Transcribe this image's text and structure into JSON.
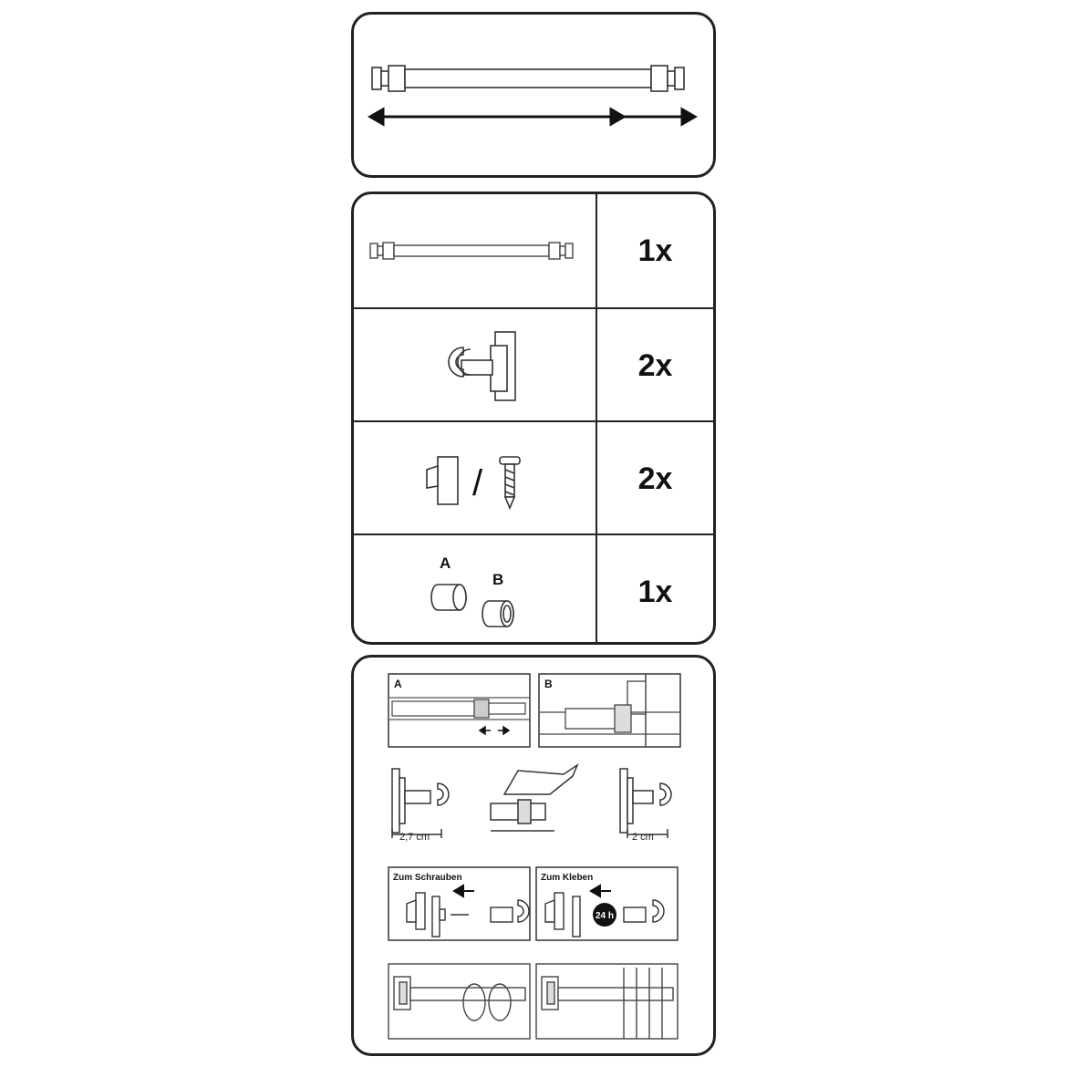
{
  "parts": [
    {
      "item": "curtain-rod",
      "quantity": "1x"
    },
    {
      "item": "bracket",
      "quantity": "2x"
    },
    {
      "item": "adhesive-pad-or-screw",
      "quantity": "2x",
      "separator": "/"
    },
    {
      "item": "end-caps",
      "quantity": "1x",
      "label_a": "A",
      "label_b": "B"
    }
  ],
  "steps": {
    "step_a_label": "A",
    "step_b_label": "B",
    "measure_left": "2,7 cm",
    "measure_right": "2 cm",
    "screw_title": "Zum Schrauben",
    "glue_title": "Zum Kleben",
    "glue_badge": "24 h"
  },
  "icons": [
    "rod-icon",
    "double-arrow-icon",
    "bracket-icon",
    "adhesive-pad-icon",
    "screw-icon",
    "end-cap-a-icon",
    "end-cap-b-icon"
  ]
}
